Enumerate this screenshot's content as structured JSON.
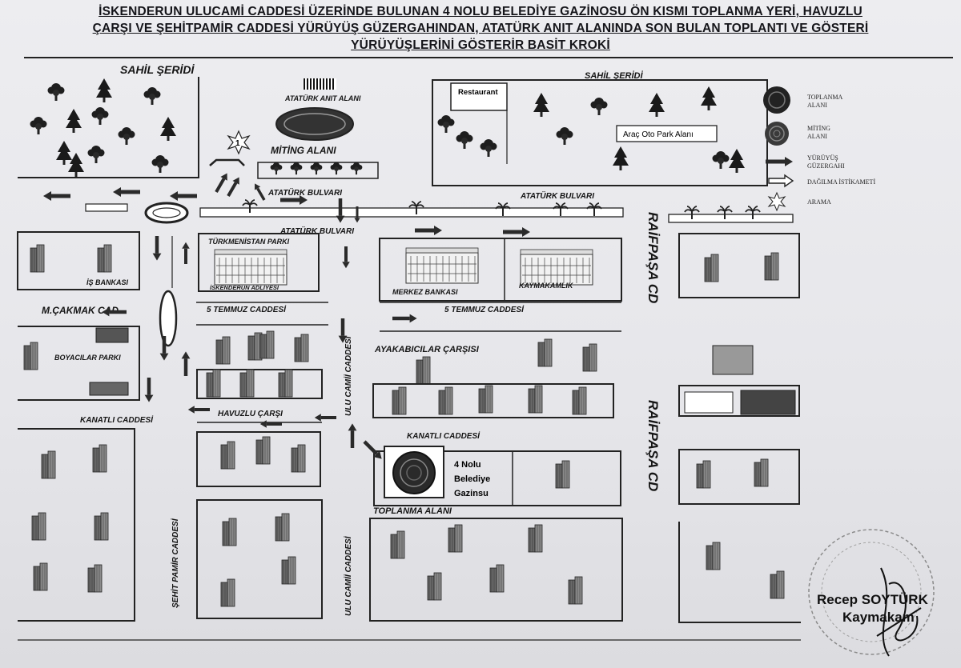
{
  "title": {
    "line1": "İSKENDERUN ULUCAMİ CADDESİ ÜZERİNDE BULUNAN 4 NOLU BELEDİYE GAZİNOSU ÖN KISMI TOPLANMA YERİ, HAVUZLU",
    "line2": "ÇARŞI VE ŞEHİTPAMİR CADDESİ YÜRÜYÜŞ GÜZERGAHINDAN, ATATÜRK ANIT ALANINDA SON BULAN TOPLANTI VE GÖSTERİ",
    "line3": "YÜRÜYÜŞLERİNİ GÖSTERİR BASİT KROKİ"
  },
  "map": {
    "sahil_left": "SAHİL ŞERİDİ",
    "sahil_right": "SAHİL ŞERİDİ",
    "anit_alani": "ATATÜRK ANIT ALANI",
    "miting_alani": "MİTİNG ALANI",
    "arama_number": "1",
    "restaurant": "Restaurant",
    "otopark": "Araç Oto Park Alanı",
    "ataturk_bulvari_1": "ATATÜRK BULVARI",
    "ataturk_bulvari_2": "ATATÜRK BULVARI",
    "ataturk_bulvari_3": "ATATÜRK BULVARI",
    "turkmenistan_parki": "TÜRKMENİSTAN PARKI",
    "adliye": "İSKENDERUN ADLİYESİ",
    "merkez_bankasi": "MERKEZ BANKASI",
    "kaymakamlik": "KAYMAKAMLIK",
    "is_bankasi": "İŞ BANKASI",
    "cakmak_cad": "M.ÇAKMAK CAD",
    "boyacilar_parki": "BOYACILAR PARKI",
    "temmuz_1": "5 TEMMUZ CADDESİ",
    "temmuz_2": "5 TEMMUZ CADDESİ",
    "ulu_camii_1": "ULU CAMİİ CADDESİ",
    "ulu_camii_2": "ULU CAMİİ CADDESİ",
    "ayakabicilar": "AYAKABICILAR ÇARŞISI",
    "raifpasa_1": "RAİFPAŞA CD",
    "raifpasa_2": "RAİFPAŞA CD",
    "kanatli_1": "KANATLI CADDESİ",
    "kanatli_2": "KANATLI CADDESİ",
    "havuzlu_carsi": "HAVUZLU ÇARŞI",
    "gazino_1": "4 Nolu",
    "gazino_2": "Belediye",
    "gazino_3": "Gazinsu",
    "toplanma_alani": "TOPLANMA ALANI",
    "sehit_pamir": "ŞEHİT PAMİR CADDESİ"
  },
  "legend": {
    "toplanma_1": "TOPLANMA",
    "toplanma_2": "ALANI",
    "miting_1": "MİTİNG",
    "miting_2": "ALANI",
    "yuruyus_1": "YÜRÜYÜŞ",
    "yuruyus_2": "GÜZERGAHI",
    "dagilma": "DAĞILMA İSTİKAMETİ",
    "arama": "ARAMA"
  },
  "signature": {
    "name": "Recep SOYTÜRK",
    "role": "Kaymakam"
  },
  "colors": {
    "ink": "#151515",
    "paper": "#ebebee",
    "arrow": "#2a2a2a",
    "ellipse_outer": "#9a9a9a"
  }
}
